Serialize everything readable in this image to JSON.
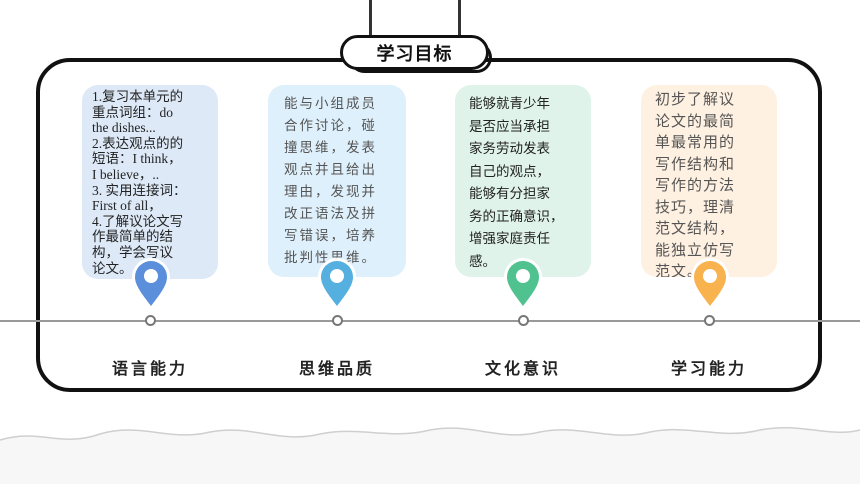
{
  "title": "学习目标",
  "objectives": [
    {
      "label": "语言能力",
      "lines": [
        "1.复习本单元的",
        "重点词组：do",
        "the dishes...",
        "2.表达观点的的",
        "短语：I think，",
        "I believe，..",
        "3. 实用连接词：",
        "First of all，",
        "4.了解议论文写",
        "作最简单的结",
        "构，学会写议",
        "论文。"
      ],
      "color": "#5b8fdc"
    },
    {
      "label": "思维品质",
      "lines": [
        "能与小组成员",
        "合作讨论，碰",
        "撞思维，发表",
        "观点并且给出",
        "理由，发现并",
        "改正语法及拼",
        "写错误，培养",
        "批判性思维。"
      ],
      "color": "#55b0e0"
    },
    {
      "label": "文化意识",
      "lines": [
        "能够就青少年",
        "是否应当承担",
        "家务劳动发表",
        "自己的观点，",
        "能够有分担家",
        "务的正确意识，",
        "增强家庭责任",
        "感。"
      ],
      "color": "#4fc28f"
    },
    {
      "label": "学习能力",
      "lines": [
        "初步了解议",
        "论文的最简",
        "单最常用的",
        "写作结构和",
        "写作的方法",
        "技巧，理清",
        "范文结构，",
        "能独立仿写",
        "范文。"
      ],
      "color": "#f8b24e"
    }
  ]
}
